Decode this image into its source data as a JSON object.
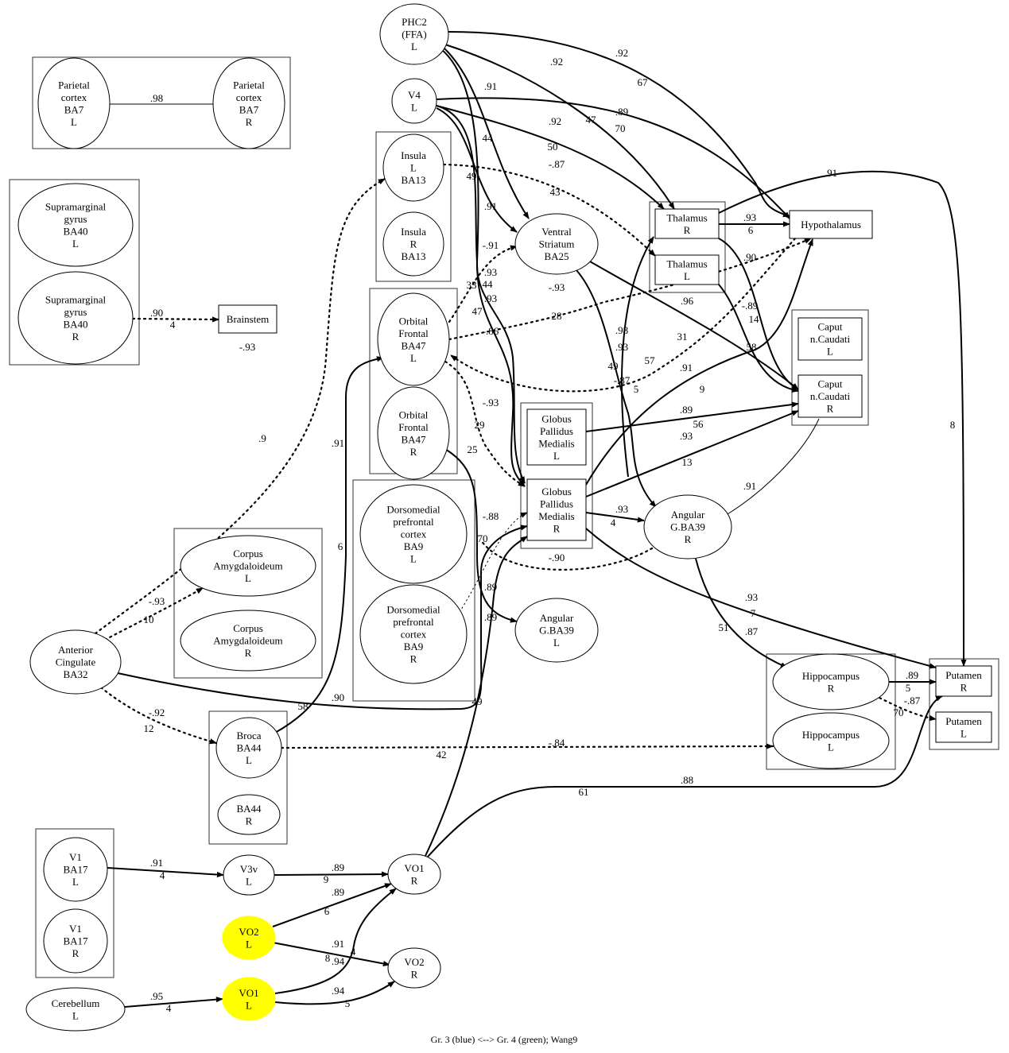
{
  "caption": "Gr. 3 (blue) <--> Gr.  4 (green); Wang9",
  "colors": {
    "highlight": "#ffff00",
    "line": "#000000"
  },
  "nodes": {
    "parietal_L": {
      "lines": [
        "Parietal",
        "cortex",
        "BA7",
        "L"
      ],
      "shape": "ellipse"
    },
    "parietal_R": {
      "lines": [
        "Parietal",
        "cortex",
        "BA7",
        "R"
      ],
      "shape": "ellipse"
    },
    "supra_L": {
      "lines": [
        "Supramarginal",
        "gyrus",
        "BA40",
        "L"
      ],
      "shape": "ellipse"
    },
    "supra_R": {
      "lines": [
        "Supramarginal",
        "gyrus",
        "BA40",
        "R"
      ],
      "shape": "ellipse"
    },
    "brainstem": {
      "lines": [
        "Brainstem"
      ],
      "shape": "box"
    },
    "phc2": {
      "lines": [
        "PHC2",
        "(FFA)",
        "L"
      ],
      "shape": "ellipse"
    },
    "v4": {
      "lines": [
        "V4",
        "L"
      ],
      "shape": "ellipse"
    },
    "insula_L": {
      "lines": [
        "Insula",
        "L",
        "BA13"
      ],
      "shape": "ellipse"
    },
    "insula_R": {
      "lines": [
        "Insula",
        "R",
        "BA13"
      ],
      "shape": "ellipse"
    },
    "ofc_L": {
      "lines": [
        "Orbital",
        "Frontal",
        "BA47",
        "L"
      ],
      "shape": "ellipse"
    },
    "ofc_R": {
      "lines": [
        "Orbital",
        "Frontal",
        "BA47",
        "R"
      ],
      "shape": "ellipse"
    },
    "dmpfc_L": {
      "lines": [
        "Dorsomedial",
        "prefrontal",
        "cortex",
        "BA9",
        "L"
      ],
      "shape": "ellipse"
    },
    "dmpfc_R": {
      "lines": [
        "Dorsomedial",
        "prefrontal",
        "cortex",
        "BA9",
        "R"
      ],
      "shape": "ellipse"
    },
    "vstriatum": {
      "lines": [
        "Ventral",
        "Striatum",
        "BA25"
      ],
      "shape": "ellipse"
    },
    "thal_R": {
      "lines": [
        "Thalamus",
        "R"
      ],
      "shape": "box"
    },
    "thal_L": {
      "lines": [
        "Thalamus",
        "L"
      ],
      "shape": "box"
    },
    "hypothalamus": {
      "lines": [
        "Hypothalamus"
      ],
      "shape": "box"
    },
    "caput_L": {
      "lines": [
        "Caput",
        "n.Caudati",
        "L"
      ],
      "shape": "box"
    },
    "caput_R": {
      "lines": [
        "Caput",
        "n.Caudati",
        "R"
      ],
      "shape": "box"
    },
    "globus_L": {
      "lines": [
        "Globus",
        "Pallidus",
        "Medialis",
        "L"
      ],
      "shape": "box"
    },
    "globus_R": {
      "lines": [
        "Globus",
        "Pallidus",
        "Medialis",
        "R"
      ],
      "shape": "box"
    },
    "angular_R": {
      "lines": [
        "Angular",
        "G.BA39",
        "R"
      ],
      "shape": "ellipse"
    },
    "angular_L": {
      "lines": [
        "Angular",
        "G.BA39",
        "L"
      ],
      "shape": "ellipse"
    },
    "putamen_R": {
      "lines": [
        "Putamen",
        "R"
      ],
      "shape": "box"
    },
    "putamen_L": {
      "lines": [
        "Putamen",
        "L"
      ],
      "shape": "box"
    },
    "hippo_R": {
      "lines": [
        "Hippocampus",
        "R"
      ],
      "shape": "ellipse"
    },
    "hippo_L": {
      "lines": [
        "Hippocampus",
        "L"
      ],
      "shape": "ellipse"
    },
    "amyg_L": {
      "lines": [
        "Corpus",
        "Amygdaloideum",
        "L"
      ],
      "shape": "ellipse"
    },
    "amyg_R": {
      "lines": [
        "Corpus",
        "Amygdaloideum",
        "R"
      ],
      "shape": "ellipse"
    },
    "antcing": {
      "lines": [
        "Anterior",
        "Cingulate",
        "BA32"
      ],
      "shape": "ellipse"
    },
    "broca_L": {
      "lines": [
        "Broca",
        "BA44",
        "L"
      ],
      "shape": "ellipse"
    },
    "ba44_R": {
      "lines": [
        "BA44",
        "R"
      ],
      "shape": "ellipse"
    },
    "v1_L": {
      "lines": [
        "V1",
        "BA17",
        "L"
      ],
      "shape": "ellipse"
    },
    "v1_R": {
      "lines": [
        "V1",
        "BA17",
        "R"
      ],
      "shape": "ellipse"
    },
    "cerebellum": {
      "lines": [
        "Cerebellum",
        "L"
      ],
      "shape": "ellipse"
    },
    "v3v_L": {
      "lines": [
        "V3v",
        "L"
      ],
      "shape": "ellipse"
    },
    "vo2_L": {
      "lines": [
        "VO2",
        "L"
      ],
      "shape": "ellipse",
      "fill": "#ffff00"
    },
    "vo1_L": {
      "lines": [
        "VO1",
        "L"
      ],
      "shape": "ellipse",
      "fill": "#ffff00"
    },
    "vo1_R": {
      "lines": [
        "VO1",
        "R"
      ],
      "shape": "ellipse"
    },
    "vo2_R": {
      "lines": [
        "VO2",
        "R"
      ],
      "shape": "ellipse"
    }
  },
  "edges": [
    {
      "from": "parietal_L",
      "to": "parietal_R",
      "style": "thin-undirected",
      "labels": [
        ".98"
      ]
    },
    {
      "from": "supra_R",
      "to": "brainstem",
      "style": "dotted",
      "labels": [
        ".90",
        "4",
        "-.93"
      ]
    },
    {
      "from": "phc2",
      "to": "hypothalamus",
      "style": "solid",
      "labels": [
        ".92",
        "67"
      ]
    },
    {
      "from": "phc2",
      "to": "thal_R",
      "style": "solid",
      "labels": [
        ".92",
        "47"
      ]
    },
    {
      "from": "phc2",
      "to": "vstriatum",
      "style": "solid",
      "labels": [
        ".91",
        "44"
      ]
    },
    {
      "from": "phc2",
      "to": "globus_R",
      "style": "solid",
      "labels": [
        ".93",
        "47"
      ]
    },
    {
      "from": "v4",
      "to": "vstriatum",
      "style": "solid",
      "labels": [
        ".91",
        "49"
      ]
    },
    {
      "from": "v4",
      "to": "globus_R",
      "style": "solid",
      "labels": [
        ".93",
        "44"
      ]
    },
    {
      "from": "v4",
      "to": "thal_R",
      "style": "solid",
      "labels": [
        ".92",
        "50"
      ]
    },
    {
      "from": "v4",
      "to": "hypothalamus",
      "style": "solid",
      "labels": [
        ".89",
        "70"
      ]
    },
    {
      "from": "insula_L",
      "to": "thal_L",
      "style": "dotted",
      "labels": [
        "-.87",
        "43"
      ]
    },
    {
      "from": "ofc_L",
      "to": "vstriatum",
      "style": "dotted",
      "labels": [
        "-.91",
        "33"
      ]
    },
    {
      "from": "ofc_L",
      "to": "hypothalamus",
      "style": "dotted",
      "labels": [
        "-.86",
        "28"
      ]
    },
    {
      "from": "hypothalamus",
      "to": "ofc_L",
      "style": "dotted",
      "labels": [
        "-.87",
        "5",
        "-.89",
        "57"
      ]
    },
    {
      "from": "vstriatum",
      "to": "angular_R",
      "style": "solid",
      "labels": [
        ".98",
        "49"
      ]
    },
    {
      "from": "vstriatum",
      "to": "caput_R",
      "style": "solid",
      "labels": [
        "-.93",
        "31"
      ]
    },
    {
      "from": "angular_R",
      "to": "thal_R",
      "style": "solid",
      "labels": [
        ".93"
      ]
    },
    {
      "from": "thal_R",
      "to": "hypothalamus",
      "style": "solid",
      "labels": [
        ".93",
        "6"
      ]
    },
    {
      "from": "thal_R",
      "to": "caput_R",
      "style": "solid",
      "labels": [
        ".90",
        "58"
      ]
    },
    {
      "from": "thal_L",
      "to": "caput_R",
      "style": "solid",
      "labels": [
        ".96",
        "14"
      ]
    },
    {
      "from": "globus_R",
      "to": "hypothalamus",
      "style": "solid",
      "labels": [
        ".91",
        "9"
      ]
    },
    {
      "from": "globus_L",
      "to": "caput_R",
      "style": "solid",
      "labels": [
        ".89",
        "56"
      ]
    },
    {
      "from": "globus_R",
      "to": "caput_R",
      "style": "solid",
      "labels": [
        ".93",
        "13"
      ]
    },
    {
      "from": "globus_R",
      "to": "angular_R",
      "style": "solid",
      "labels": [
        ".93",
        "4"
      ]
    },
    {
      "from": "globus_R",
      "to": "putamen_R",
      "style": "solid",
      "labels": [
        ".93",
        "7"
      ]
    },
    {
      "from": "angular_R",
      "to": "caput_R",
      "style": "thin-undirected",
      "labels": [
        ".91"
      ]
    },
    {
      "from": "angular_R",
      "to": "hippo_R",
      "style": "solid",
      "labels": [
        "51",
        ".87"
      ]
    },
    {
      "from": "angular_R",
      "to": "dmpfc_L",
      "style": "dotted-undirected",
      "labels": [
        "-.90"
      ]
    },
    {
      "from": "dmpfc_R",
      "to": "globus_R",
      "style": "thin-dotted",
      "labels": [
        "-.88"
      ]
    },
    {
      "from": "ofc_R",
      "to": "angular_L",
      "style": "solid",
      "labels": [
        ".89",
        "70"
      ]
    },
    {
      "from": "thal_R",
      "to": "putamen_R",
      "style": "solid",
      "labels": [
        ".91",
        "8"
      ]
    },
    {
      "from": "hippo_R",
      "to": "putamen_R",
      "style": "solid",
      "labels": [
        ".89",
        "5"
      ]
    },
    {
      "from": "hippo_R",
      "to": "putamen_L",
      "style": "dotted",
      "labels": [
        "-.87",
        "70"
      ]
    },
    {
      "from": "vo1_R",
      "to": "putamen_R",
      "style": "solid",
      "labels": [
        ".88",
        "61"
      ]
    },
    {
      "from": "vo1_R",
      "to": "globus_R",
      "style": "solid",
      "labels": [
        ".89",
        "49"
      ]
    },
    {
      "from": "antcing",
      "to": "insula_L",
      "style": "dotted",
      "labels": [
        ".9"
      ]
    },
    {
      "from": "antcing",
      "to": "amyg_L",
      "style": "dotted",
      "labels": [
        "-.93",
        "10"
      ]
    },
    {
      "from": "antcing",
      "to": "globus_R",
      "style": "solid",
      "labels": [
        ".90"
      ]
    },
    {
      "from": "antcing",
      "to": "broca_L",
      "style": "dotted",
      "labels": [
        "-.92",
        "12"
      ]
    },
    {
      "from": "broca_L",
      "to": "ofc_L",
      "style": "solid",
      "labels": [
        ".91",
        "6",
        "58"
      ]
    },
    {
      "from": "broca_L",
      "to": "hippo_L",
      "style": "dotted",
      "labels": [
        "-.84",
        "42"
      ]
    },
    {
      "from": "ofc_L",
      "to": "globus_R",
      "style": "dotted",
      "labels": [
        "-.93",
        "29",
        "25"
      ]
    },
    {
      "from": "v1_L",
      "to": "v3v_L",
      "style": "solid",
      "labels": [
        ".91",
        "4"
      ]
    },
    {
      "from": "v3v_L",
      "to": "vo1_R",
      "style": "solid",
      "labels": [
        ".89",
        "9"
      ]
    },
    {
      "from": "vo2_L",
      "to": "vo1_R",
      "style": "solid",
      "labels": [
        ".89",
        "6"
      ]
    },
    {
      "from": "vo2_L",
      "to": "vo2_R",
      "style": "solid",
      "labels": [
        ".91",
        "8"
      ]
    },
    {
      "from": "vo1_L",
      "to": "vo1_R",
      "style": "solid",
      "labels": [
        ".94",
        "4"
      ]
    },
    {
      "from": "vo1_L",
      "to": "vo2_R",
      "style": "solid",
      "labels": [
        ".94",
        "5"
      ]
    },
    {
      "from": "cerebellum",
      "to": "vo1_L",
      "style": "solid",
      "labels": [
        ".95",
        "4"
      ]
    }
  ]
}
